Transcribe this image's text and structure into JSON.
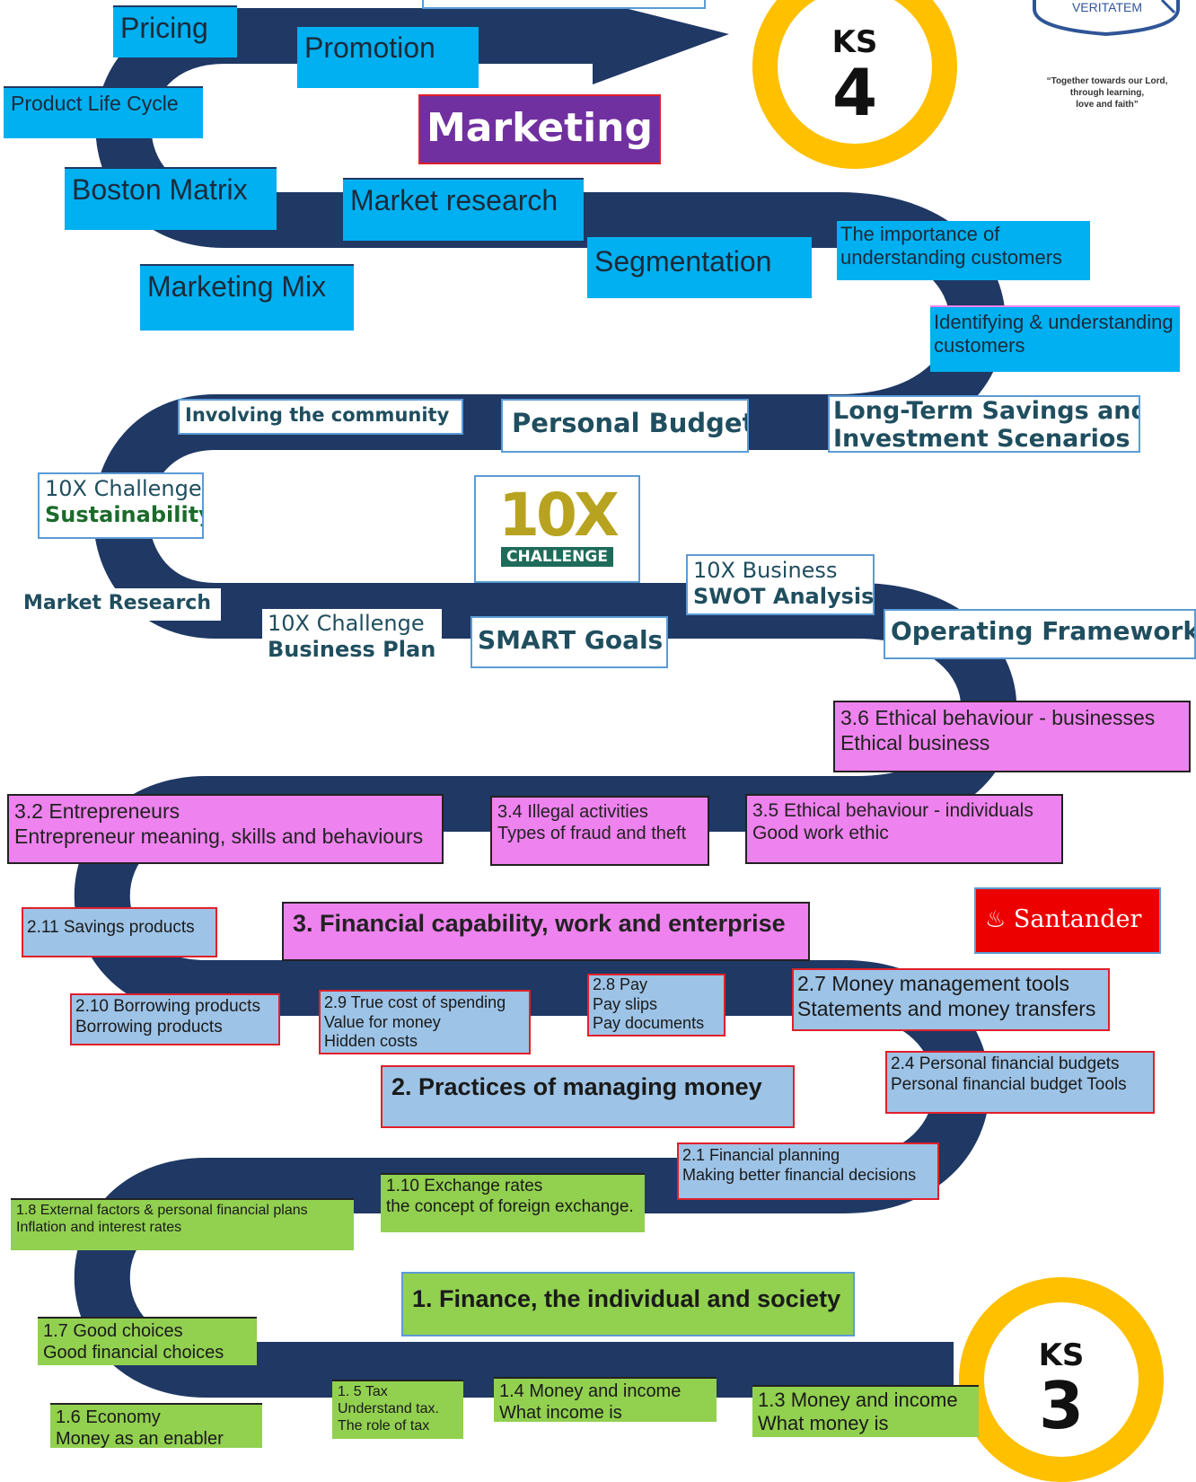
{
  "ks4": {
    "label": "KS",
    "number": "4"
  },
  "ks3": {
    "label": "KS",
    "number": "3"
  },
  "school": {
    "motto_word": "VERITATEM",
    "quote": [
      "“Together towards our Lord,",
      "through learning,",
      "love and faith”"
    ]
  },
  "marketing": {
    "title": "Marketing",
    "topics": [
      "Pricing",
      "Promotion",
      "Product Life Cycle",
      "Boston Matrix",
      "Market research",
      "Segmentation",
      "Marketing Mix",
      "The importance of understanding customers",
      "Identifying & understanding customers"
    ]
  },
  "tenx": {
    "logo": {
      "big": "10X",
      "small": "CHALLENGE"
    },
    "involving": "Involving the community",
    "budget": "Personal Budget",
    "savings": [
      "Long-Term Savings and",
      "Investment Scenarios"
    ],
    "sustain": [
      "10X Challenge",
      "Sustainability"
    ],
    "market_research": "Market Research",
    "business_plan": [
      "10X Challenge",
      "Business Plan"
    ],
    "smart": "SMART Goals",
    "swot": [
      "10X Business",
      "SWOT Analysis"
    ],
    "operating": "Operating Framework"
  },
  "strand3": {
    "heading": "3. Financial capability, work and enterprise",
    "items": [
      {
        "code": "3.6 Ethical behaviour - businesses",
        "detail": "Ethical business"
      },
      {
        "code": "3.2 Entrepreneurs",
        "detail": "Entrepreneur meaning, skills and behaviours"
      },
      {
        "code": "3.4 Illegal activities",
        "detail": "Types of fraud and theft"
      },
      {
        "code": "3.5 Ethical behaviour - individuals",
        "detail": "Good work ethic"
      }
    ]
  },
  "sponsor": {
    "name": "Santander"
  },
  "strand2": {
    "heading": "2. Practices of managing money",
    "items": [
      {
        "lines": [
          "2.11 Savings products"
        ]
      },
      {
        "lines": [
          "2.10 Borrowing products",
          "Borrowing products"
        ]
      },
      {
        "lines": [
          "2.9 True cost of spending",
          "Value for money",
          "Hidden costs"
        ]
      },
      {
        "lines": [
          "2.8 Pay",
          "Pay slips",
          "Pay documents"
        ]
      },
      {
        "lines": [
          "2.7 Money management tools",
          "Statements and money transfers"
        ]
      },
      {
        "lines": [
          "2.4 Personal financial budgets",
          "Personal financial budget Tools"
        ]
      },
      {
        "lines": [
          "2.1 Financial planning",
          "Making better financial decisions"
        ]
      }
    ]
  },
  "strand1": {
    "heading": "1. Finance, the individual and society",
    "items": [
      {
        "lines": [
          "1.10 Exchange rates",
          "the concept of foreign exchange."
        ]
      },
      {
        "lines": [
          "1.8 External factors & personal financial plans",
          "Inflation and interest rates"
        ]
      },
      {
        "lines": [
          "1.7 Good choices",
          "Good financial choices"
        ]
      },
      {
        "lines": [
          "1.6 Economy",
          "Money as an enabler"
        ]
      },
      {
        "lines": [
          "1. 5 Tax",
          "Understand tax.",
          "The role of tax"
        ]
      },
      {
        "lines": [
          "1.4 Money and income",
          "What income is"
        ]
      },
      {
        "lines": [
          "1.3 Money and income",
          "What money is"
        ]
      }
    ]
  },
  "colors": {
    "road": "#1f3864",
    "ring": "#ffc000",
    "marketing_box": "#7030a0",
    "topic_blue": "#00b0f0",
    "strand3": "#ee82ee",
    "strand2": "#9dc3e6",
    "strand1": "#92d050",
    "santander": "#ec0000"
  }
}
